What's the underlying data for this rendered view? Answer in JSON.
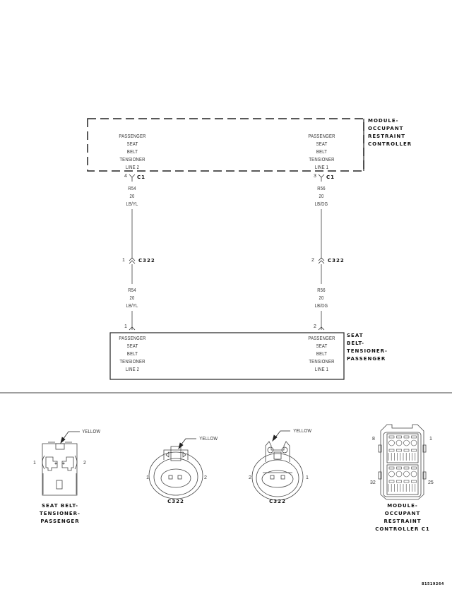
{
  "schematic": {
    "module": {
      "name_lines": [
        "MODULE-",
        "OCCUPANT",
        "RESTRAINT",
        "CONTROLLER"
      ],
      "left_circuit": [
        "PASSENGER",
        "SEAT",
        "BELT",
        "TENSIONER",
        "LINE 2"
      ],
      "right_circuit": [
        "PASSENGER",
        "SEAT",
        "BELT",
        "TENSIONER",
        "LINE 1"
      ],
      "left_pin": "4",
      "right_pin": "3",
      "connector": "C1"
    },
    "wires": {
      "left_upper": [
        "R54",
        "20",
        "LB/YL"
      ],
      "right_upper": [
        "R56",
        "20",
        "LB/DG"
      ],
      "left_lower": [
        "R54",
        "20",
        "LB/YL"
      ],
      "right_lower": [
        "R56",
        "20",
        "LB/DG"
      ]
    },
    "inline_connector": {
      "name": "C322",
      "left_pin": "1",
      "right_pin": "2"
    },
    "tensioner": {
      "name_lines": [
        "SEAT",
        "BELT-",
        "TENSIONER-",
        "PASSENGER"
      ],
      "left_circuit": [
        "PASSENGER",
        "SEAT",
        "BELT",
        "TENSIONER",
        "LINE 2"
      ],
      "right_circuit": [
        "PASSENGER",
        "SEAT",
        "BELT",
        "TENSIONER",
        "LINE 1"
      ],
      "left_pin": "1",
      "right_pin": "2"
    }
  },
  "connector_views": [
    {
      "color_label": "YELLOW",
      "pin_left": "1",
      "pin_right": "2",
      "caption_lines": [
        "SEAT BELT-",
        "TENSIONER-",
        "PASSENGER"
      ]
    },
    {
      "color_label": "YELLOW",
      "pin_left": "1",
      "pin_right": "2",
      "caption_lines": [
        "C322"
      ]
    },
    {
      "color_label": "YELLOW",
      "pin_left": "2",
      "pin_right": "1",
      "caption_lines": [
        "C322"
      ]
    },
    {
      "pin_top_left": "8",
      "pin_top_right": "1",
      "pin_bottom_left": "32",
      "pin_bottom_right": "25",
      "caption_lines": [
        "MODULE-",
        "OCCUPANT",
        "RESTRAINT",
        "CONTROLLER C1"
      ]
    }
  ],
  "figure_id": "81519264"
}
